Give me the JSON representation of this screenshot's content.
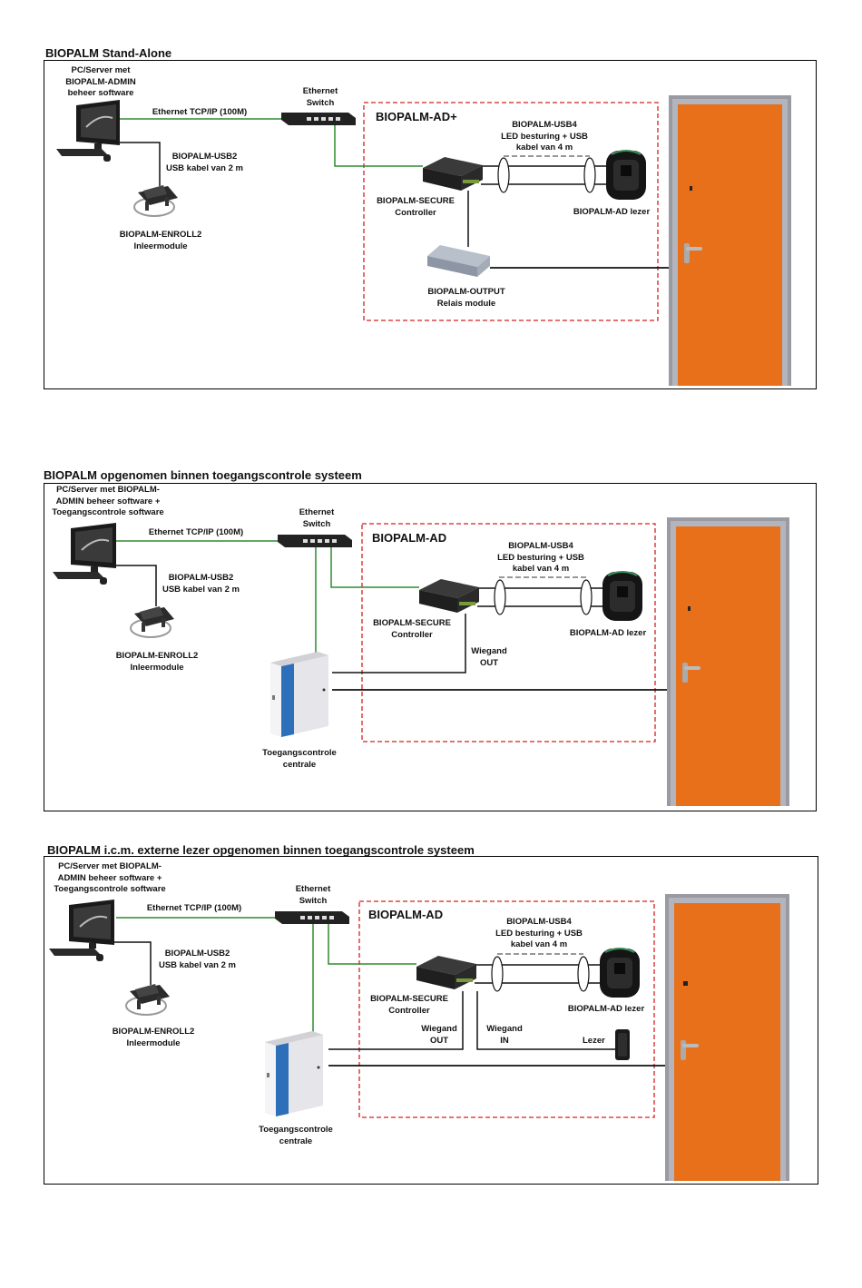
{
  "panels": [
    {
      "title": "BIOPALM Stand-Alone",
      "pc_label": "PC/Server met\nBIOPALM-ADMIN\nbeheer software",
      "ethernet_label": "Ethernet TCP/IP (100M)",
      "switch_label": "Ethernet\nSwitch",
      "usb2_label": "BIOPALM-USB2\nUSB kabel van 2 m",
      "enroll_label": "BIOPALM-ENROLL2\nInleermodule",
      "ad_title": "BIOPALM-AD+",
      "usb4_label": "BIOPALM-USB4\nLED besturing + USB\nkabel van 4 m",
      "secure_label": "BIOPALM-SECURE\nController",
      "reader_label": "BIOPALM-AD lezer",
      "output_label": "BIOPALM-OUTPUT\nRelais module"
    },
    {
      "title": "BIOPALM opgenomen binnen toegangscontrole systeem",
      "pc_label": "PC/Server met BIOPALM-\nADMIN beheer software +\nToegangscontrole software",
      "ethernet_label": "Ethernet TCP/IP (100M)",
      "switch_label": "Ethernet\nSwitch",
      "usb2_label": "BIOPALM-USB2\nUSB kabel van 2 m",
      "enroll_label": "BIOPALM-ENROLL2\nInleermodule",
      "ad_title": "BIOPALM-AD",
      "usb4_label": "BIOPALM-USB4\nLED besturing + USB\nkabel van 4 m",
      "secure_label": "BIOPALM-SECURE\nController",
      "reader_label": "BIOPALM-AD lezer",
      "wiegand_out_label": "Wiegand\nOUT",
      "centrale_label": "Toegangscontrole\ncentrale"
    },
    {
      "title": "BIOPALM i.c.m. externe lezer opgenomen binnen toegangscontrole systeem",
      "pc_label": "PC/Server met BIOPALM-\nADMIN beheer software +\nToegangscontrole software",
      "ethernet_label": "Ethernet TCP/IP (100M)",
      "switch_label": "Ethernet\nSwitch",
      "usb2_label": "BIOPALM-USB2\nUSB kabel van 2 m",
      "enroll_label": "BIOPALM-ENROLL2\nInleermodule",
      "ad_title": "BIOPALM-AD",
      "usb4_label": "BIOPALM-USB4\nLED besturing + USB\nkabel van 4 m",
      "secure_label": "BIOPALM-SECURE\nController",
      "reader_label": "BIOPALM-AD lezer",
      "wiegand_out_label": "Wiegand\nOUT",
      "wiegand_in_label": "Wiegand\nIN",
      "lezer_label": "Lezer",
      "centrale_label": "Toegangscontrole\ncentrale"
    }
  ],
  "colors": {
    "ethernet_cable": "#2e8b2e",
    "ad_boundary": "#d42020",
    "door": "#e8701a",
    "door_frame": "#a0a0a8",
    "centrale_stripe": "#2d6fb8"
  },
  "icons": [
    "pc-monitor-icon",
    "ethernet-switch-icon",
    "enroll-scanner-icon",
    "controller-box-icon",
    "palm-reader-icon",
    "relay-module-icon",
    "access-control-panel-icon",
    "card-reader-icon",
    "door-icon"
  ]
}
